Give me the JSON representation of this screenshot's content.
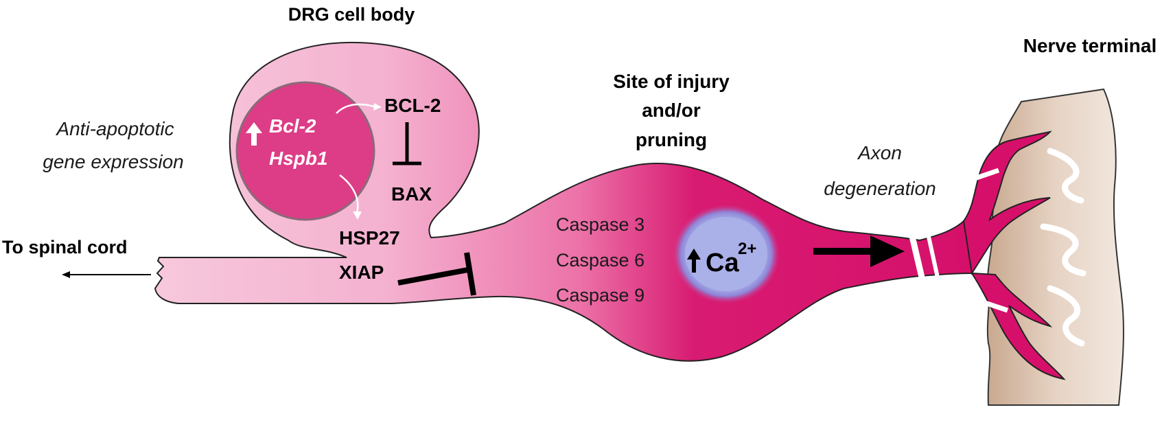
{
  "labels": {
    "cell_body": "DRG cell body",
    "anti_apoptotic_line1": "Anti-apoptotic",
    "anti_apoptotic_line2": "gene expression",
    "to_spinal_cord": "To spinal cord",
    "gene1": "Bcl-2",
    "gene2": "Hspb1",
    "bcl2": "BCL-2",
    "bax": "BAX",
    "hsp27": "HSP27",
    "xiap": "XIAP",
    "injury_line1": "Site of injury",
    "injury_line2": "and/or",
    "injury_line3": "pruning",
    "caspase3": "Caspase 3",
    "caspase6": "Caspase 6",
    "caspase9": "Caspase 9",
    "calcium": "Ca",
    "calcium_charge": "2+",
    "axon_line1": "Axon",
    "axon_line2": "degeneration",
    "nerve_terminal": "Nerve terminal"
  },
  "colors": {
    "cell_fill": "#f7c8dc",
    "nucleus_fill": "#dd3d86",
    "axon_dark": "#d6106a",
    "terminal_fill": "#d2b49d",
    "calcium_fill": "#aab0e8"
  }
}
